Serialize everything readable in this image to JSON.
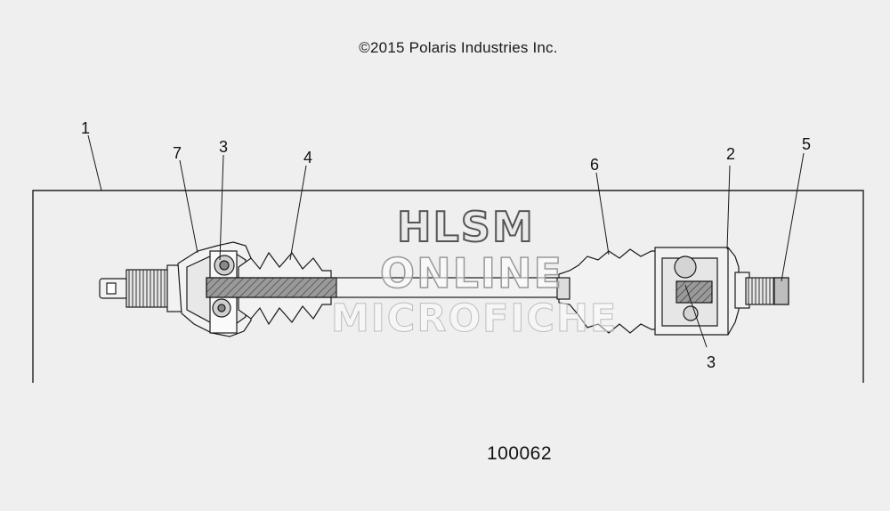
{
  "header": {
    "copyright": "©2015 Polaris Industries Inc."
  },
  "watermark": {
    "line1": "HLSM",
    "line2": "ONLINE",
    "line3": "MICROFICHE"
  },
  "callouts": {
    "c1": "1",
    "c7": "7",
    "c3a": "3",
    "c4": "4",
    "c6": "6",
    "c2": "2",
    "c5": "5",
    "c3b": "3"
  },
  "footer": {
    "figure_number": "100062"
  }
}
